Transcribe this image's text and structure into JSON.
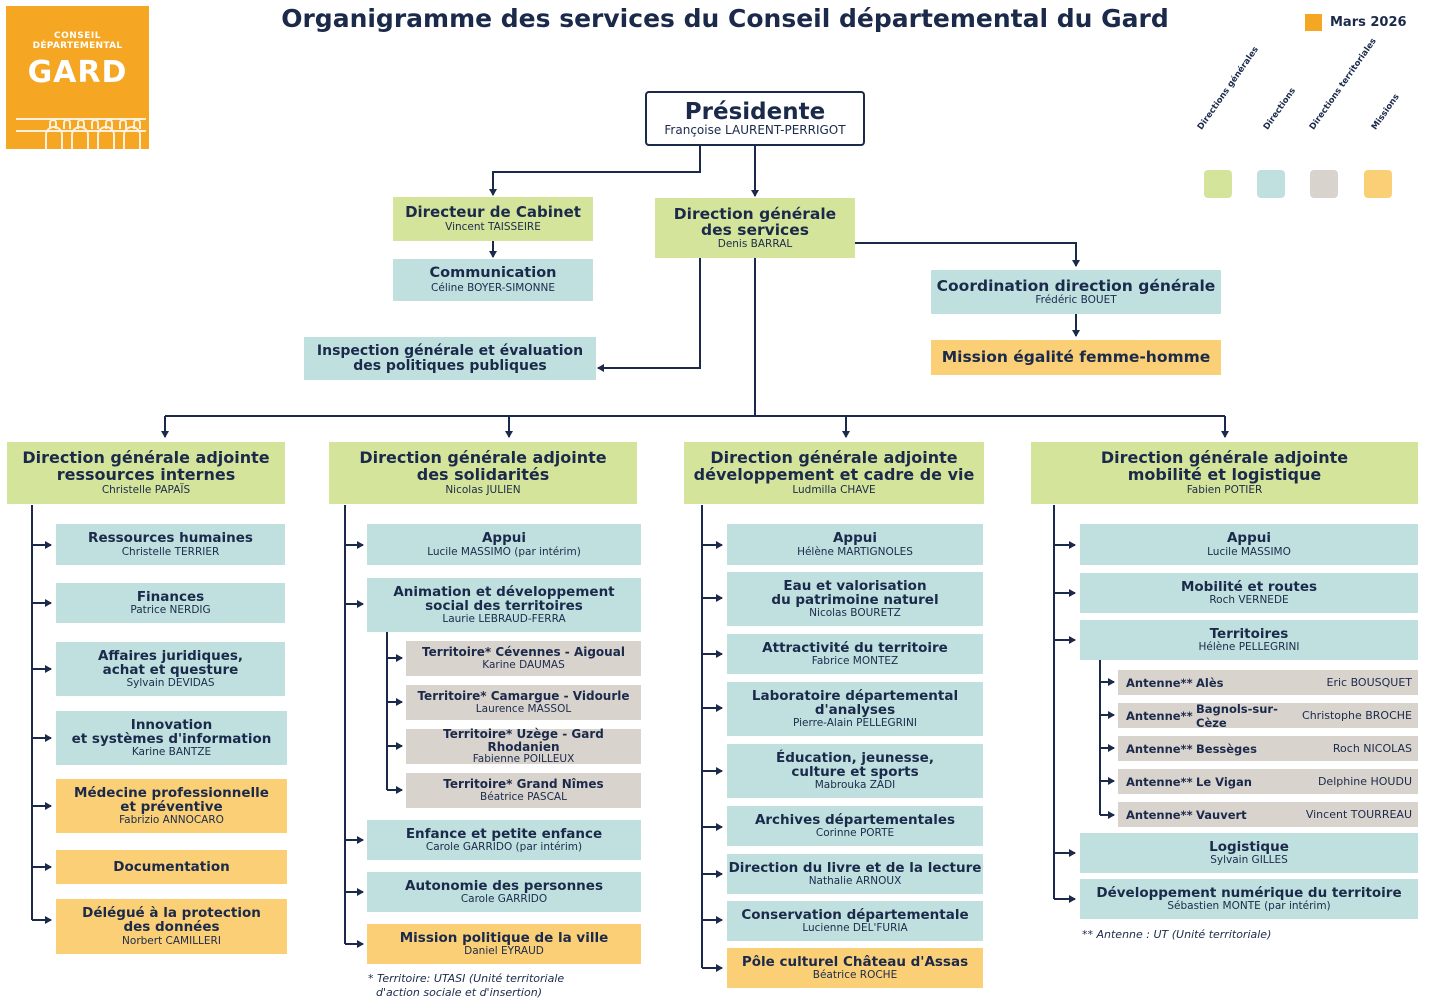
{
  "title": "Organigramme des services du Conseil départemental du Gard",
  "date_label": "Mars 2026",
  "logo": {
    "line1": "CONSEIL",
    "line2": "DÉPARTEMENTAL",
    "name": "GARD",
    "color": "#f5a623"
  },
  "legend": [
    {
      "label": "Directions générales",
      "color": "#d4e59b"
    },
    {
      "label": "Directions",
      "color": "#bfe0df"
    },
    {
      "label": "Directions territoriales",
      "color": "#d9d3ce"
    },
    {
      "label": "Missions",
      "color": "#fbcf76"
    }
  ],
  "presidente": {
    "title": "Présidente",
    "person": "Françoise LAURENT-PERRIGOT"
  },
  "cabinet": {
    "title": "Directeur de Cabinet",
    "person": "Vincent TAISSEIRE"
  },
  "communication": {
    "title": "Communication",
    "person": "Céline BOYER-SIMONNE"
  },
  "dgs": {
    "title1": "Direction générale",
    "title2": "des services",
    "person": "Denis BARRAL"
  },
  "inspection": {
    "title1": "Inspection générale et évaluation",
    "title2": "des politiques publiques"
  },
  "coordination": {
    "title": "Coordination direction générale",
    "person": "Frédéric BOUET"
  },
  "mission_egalite": {
    "title": "Mission égalité femme-homme"
  },
  "dga": [
    {
      "title1": "Direction générale adjointe",
      "title2": "ressources internes",
      "person": "Christelle PAPAÏS",
      "items": [
        {
          "l1": "Ressources humaines",
          "l2": "",
          "person": "Christelle TERRIER"
        },
        {
          "l1": "Finances",
          "l2": "",
          "person": "Patrice NERDIG"
        },
        {
          "l1": "Affaires juridiques,",
          "l2": "achat et questure",
          "person": "Sylvain DEVIDAS"
        },
        {
          "l1": "Innovation",
          "l2": "et systèmes d'information",
          "person": "Karine BANTZE"
        },
        {
          "l1": "Médecine professionnelle",
          "l2": "et préventive",
          "person": "Fabrizio ANNOCARO"
        },
        {
          "l1": "Documentation",
          "l2": "",
          "person": ""
        },
        {
          "l1": "Délégué à la protection",
          "l2": "des données",
          "person": "Norbert CAMILLERI"
        }
      ]
    },
    {
      "title1": "Direction générale adjointe",
      "title2": "des solidarités",
      "person": "Nicolas JULIEN",
      "items": [
        {
          "l1": "Appui",
          "l2": "",
          "person": "Lucile MASSIMO (par intérim)"
        },
        {
          "l1": "Animation et développement",
          "l2": "social des territoires",
          "person": "Laurie LEBRAUD-FERRA"
        },
        {
          "l1": "Territoire* Cévennes - Aigoual",
          "l2": "",
          "person": "Karine DAUMAS"
        },
        {
          "l1": "Territoire* Camargue - Vidourle",
          "l2": "",
          "person": "Laurence MASSOL"
        },
        {
          "l1": "Territoire* Uzège - Gard Rhodanien",
          "l2": "",
          "person": "Fabienne POILLEUX"
        },
        {
          "l1": "Territoire* Grand Nîmes",
          "l2": "",
          "person": "Béatrice PASCAL"
        },
        {
          "l1": "Enfance et petite enfance",
          "l2": "",
          "person": "Carole GARRIDO (par intérim)"
        },
        {
          "l1": "Autonomie des personnes",
          "l2": "",
          "person": "Carole GARRIDO"
        },
        {
          "l1": "Mission politique de la ville",
          "l2": "",
          "person": "Daniel EYRAUD"
        }
      ],
      "note1": "* Territoire: UTASI (Unité territoriale",
      "note2": "d'action sociale et d'insertion)"
    },
    {
      "title1": "Direction générale adjointe",
      "title2": "développement et cadre de vie",
      "person": "Ludmilla CHAVE",
      "items": [
        {
          "l1": "Appui",
          "l2": "",
          "person": "Hélène MARTIGNOLES"
        },
        {
          "l1": "Eau et valorisation",
          "l2": "du patrimoine naturel",
          "person": "Nicolas BOURETZ"
        },
        {
          "l1": "Attractivité du territoire",
          "l2": "",
          "person": "Fabrice MONTEZ"
        },
        {
          "l1": "Laboratoire départemental",
          "l2": "d'analyses",
          "person": "Pierre-Alain PELLEGRINI"
        },
        {
          "l1": "Éducation, jeunesse,",
          "l2": "culture et sports",
          "person": "Mabrouka ZADI"
        },
        {
          "l1": "Archives départementales",
          "l2": "",
          "person": "Corinne PORTE"
        },
        {
          "l1": "Direction du livre et de la lecture",
          "l2": "",
          "person": "Nathalie ARNOUX"
        },
        {
          "l1": "Conservation départementale",
          "l2": "",
          "person": "Lucienne DEL'FURIA"
        },
        {
          "l1": "Pôle culturel Château d'Assas",
          "l2": "",
          "person": "Béatrice ROCHE"
        }
      ]
    },
    {
      "title1": "Direction générale adjointe",
      "title2": "mobilité et logistique",
      "person": "Fabien POTIER",
      "items": [
        {
          "l1": "Appui",
          "l2": "",
          "person": "Lucile MASSIMO"
        },
        {
          "l1": "Mobilité et routes",
          "l2": "",
          "person": "Roch VERNEDE"
        },
        {
          "l1": "Territoires",
          "l2": "",
          "person": "Hélène PELLEGRINI"
        },
        {
          "l1": "Logistique",
          "l2": "",
          "person": "Sylvain GILLES"
        },
        {
          "l1": "Développement numérique du territoire",
          "l2": "",
          "person": "Sébastien MONTE (par intérim)"
        }
      ],
      "antennes": [
        {
          "label": "Antenne**",
          "city": "Alès",
          "person": "Eric BOUSQUET"
        },
        {
          "label": "Antenne**",
          "city": "Bagnols-sur-Cèze",
          "person": "Christophe BROCHE"
        },
        {
          "label": "Antenne**",
          "city": "Bessèges",
          "person": "Roch NICOLAS"
        },
        {
          "label": "Antenne**",
          "city": "Le Vigan",
          "person": "Delphine HOUDU"
        },
        {
          "label": "Antenne**",
          "city": "Vauvert",
          "person": "Vincent TOURREAU"
        }
      ],
      "note": "** Antenne : UT (Unité territoriale)"
    }
  ]
}
